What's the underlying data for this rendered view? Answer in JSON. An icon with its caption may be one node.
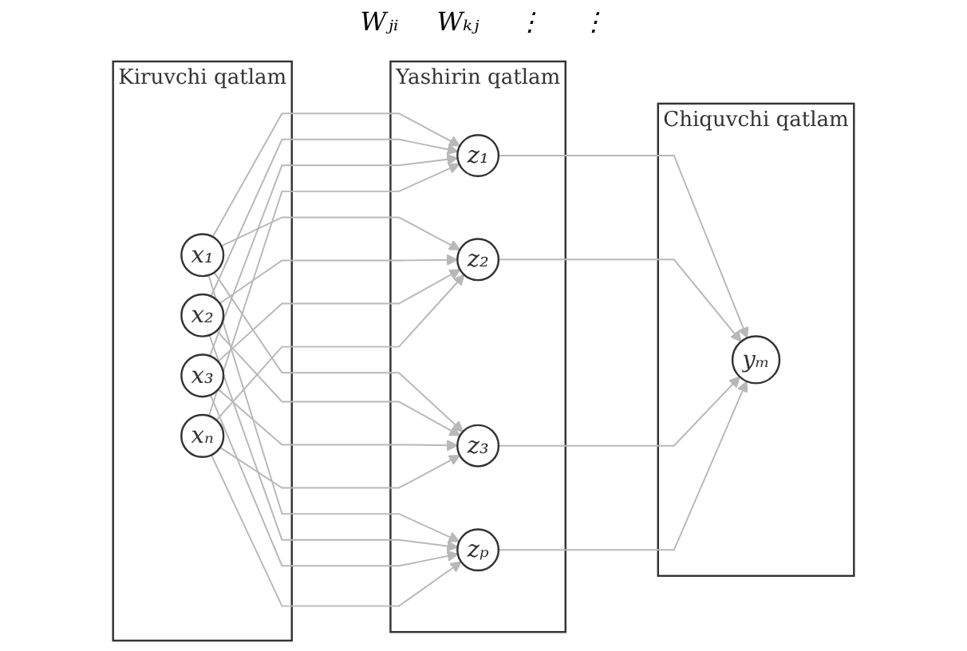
{
  "diagram": {
    "nodes": [
      {
        "text": [
          "Kiruvchi qatlam"
        ]
      },
      {
        "text": [
          "x₁"
        ],
        "in": 0
      },
      {
        "text": [
          "x₂"
        ],
        "in": 0
      },
      {
        "text": [
          "x₃"
        ],
        "in": 0
      },
      {
        "text": [
          "xₙ"
        ],
        "in": 0
      },
      {
        "text": [
          "Yashirin qatlam"
        ]
      },
      {
        "text": [
          "z₁"
        ],
        "in": 5
      },
      {
        "text": [
          "z₂"
        ],
        "in": 5
      },
      {
        "text": [
          "z₃"
        ],
        "in": 5
      },
      {
        "text": [
          "zₚ"
        ],
        "in": 5
      },
      {
        "text": [
          "Chiquvchi qatlam"
        ]
      },
      {
        "text": [
          "yₘ"
        ],
        "in": 10
      }
    ],
    "edges": [
      {
        "from": 1,
        "to": 6,
        "arrow": "to"
      },
      {
        "from": 1,
        "to": 7,
        "arrow": "to"
      },
      {
        "from": 1,
        "to": 8,
        "arrow": "to"
      },
      {
        "from": 1,
        "to": 9,
        "arrow": "to"
      },
      {
        "from": 2,
        "to": 6,
        "arrow": "to"
      },
      {
        "from": 2,
        "to": 7,
        "arrow": "to"
      },
      {
        "from": 2,
        "to": 8,
        "arrow": "to"
      },
      {
        "from": 2,
        "to": 9,
        "arrow": "to"
      },
      {
        "from": 3,
        "to": 6,
        "arrow": "to"
      },
      {
        "from": 3,
        "to": 7,
        "arrow": "to"
      },
      {
        "from": 3,
        "to": 8,
        "arrow": "to"
      },
      {
        "from": 3,
        "to": 9,
        "arrow": "to"
      },
      {
        "from": 4,
        "to": 6,
        "arrow": "to"
      },
      {
        "from": 4,
        "to": 7,
        "arrow": "to"
      },
      {
        "from": 4,
        "to": 8,
        "arrow": "to"
      },
      {
        "from": 4,
        "to": 9,
        "arrow": "to"
      },
      {
        "from": 6,
        "to": 11,
        "arrow": "to"
      },
      {
        "from": 7,
        "to": 11,
        "arrow": "to"
      },
      {
        "from": 8,
        "to": 11,
        "arrow": "to"
      },
      {
        "from": 9,
        "to": 11,
        "arrow": "to"
      }
    ],
    "labels": [
      "Wⱼᵢ",
      "Wₖⱼ",
      "⋮",
      "⋮"
    ]
  }
}
